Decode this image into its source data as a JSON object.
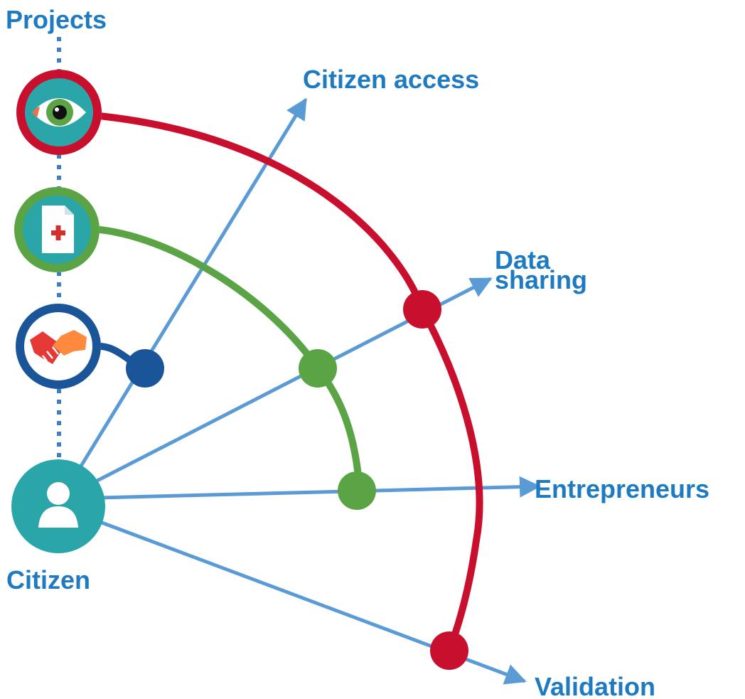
{
  "labels": {
    "projects": "Projects",
    "citizen": "Citizen",
    "citizen_access": "Citizen access",
    "data_sharing_line1": "Data",
    "data_sharing_line2": "sharing",
    "entrepreneurs": "Entrepreneurs",
    "validation": "Validation"
  },
  "nodes": {
    "citizen": {
      "icon": "person-icon"
    },
    "projects": [
      {
        "icon": "eye-icon",
        "ring_color": "#c8102e"
      },
      {
        "icon": "medical-document-icon",
        "ring_color": "#5aa445"
      },
      {
        "icon": "handshake-icon",
        "ring_color": "#1b5599"
      }
    ]
  },
  "colors": {
    "axis": "#5b9bd5",
    "label": "#1f7bc1",
    "red": "#c8102e",
    "green": "#5aa445",
    "blue": "#1b5599",
    "teal": "#2aa6a8"
  }
}
